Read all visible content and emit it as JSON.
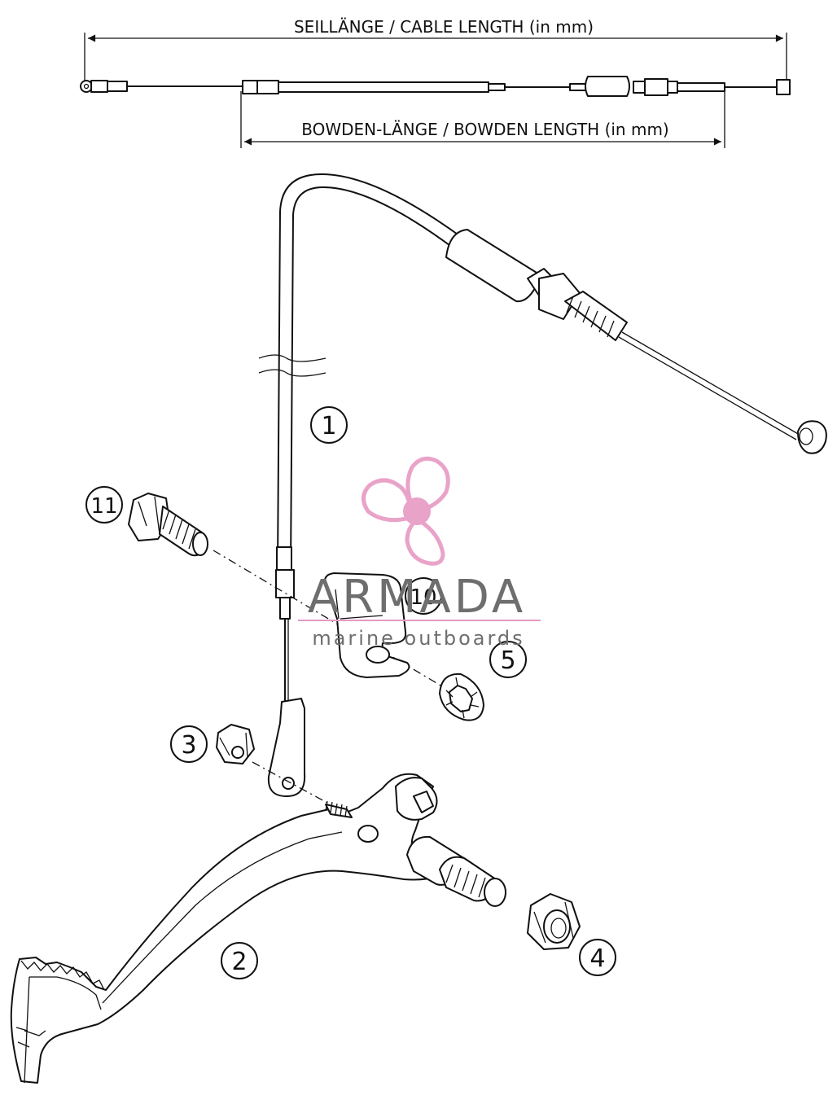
{
  "dimensions": {
    "cable_length_label": "SEILLÄNGE / CABLE LENGTH (in mm)",
    "bowden_length_label": "BOWDEN-LÄNGE / BOWDEN LENGTH (in mm)"
  },
  "callouts": [
    {
      "id": "1",
      "label": "1"
    },
    {
      "id": "2",
      "label": "2"
    },
    {
      "id": "3",
      "label": "3"
    },
    {
      "id": "4",
      "label": "4"
    },
    {
      "id": "5",
      "label": "5"
    },
    {
      "id": "10",
      "label": "10"
    },
    {
      "id": "11",
      "label": "11"
    }
  ],
  "watermark": {
    "brand": "ARMADA",
    "tagline": "marine outboards",
    "colors": {
      "logo": "#e79ac3",
      "text": "#6e6e6e"
    }
  }
}
